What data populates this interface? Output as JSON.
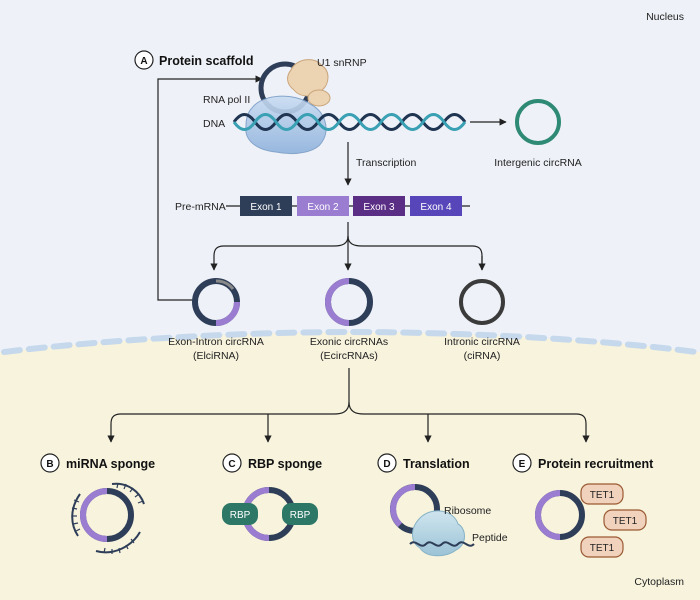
{
  "regions": {
    "nucleus": "Nucleus",
    "cytoplasm": "Cytoplasm"
  },
  "top": {
    "badge": "A",
    "title": "Protein scaffold",
    "u1": "U1 snRNP",
    "rnapol": "RNA pol II",
    "dna": "DNA",
    "transcription": "Transcription",
    "intergenic": "Intergenic circRNA"
  },
  "premrna": {
    "label": "Pre-mRNA",
    "exons": [
      "Exon 1",
      "Exon 2",
      "Exon 3",
      "Exon 4"
    ]
  },
  "circs": {
    "eicirna": {
      "line1": "Exon-Intron circRNA",
      "line2": "(ElciRNA)"
    },
    "ecircrna": {
      "line1": "Exonic circRNAs",
      "line2": "(EcircRNAs)"
    },
    "cirna": {
      "line1": "Intronic circRNA",
      "line2": "(ciRNA)"
    }
  },
  "functions": [
    {
      "badge": "B",
      "title": "miRNA sponge"
    },
    {
      "badge": "C",
      "title": "RBP sponge"
    },
    {
      "badge": "D",
      "title": "Translation"
    },
    {
      "badge": "E",
      "title": "Protein recruitment"
    }
  ],
  "rbp": "RBP",
  "translation": {
    "ribosome": "Ribosome",
    "peptide": "Peptide"
  },
  "tet": [
    "TET1",
    "TET1",
    "TET1"
  ],
  "colors": {
    "nucleus_bg": "#eef2f8",
    "cytoplasm_bg": "#f7f3dd",
    "dark_navy": "#2f3e58",
    "purple": "#9a7cd0",
    "dark_purple": "#5b2e86",
    "indigo": "#5646b9",
    "teal": "#2e8a74",
    "gray_circ": "#3b3b3b",
    "membrane": "#c6d8ec",
    "rbp_green": "#2d7766",
    "tet_fill": "#f1d2bd",
    "tet_stroke": "#9a5a32"
  }
}
